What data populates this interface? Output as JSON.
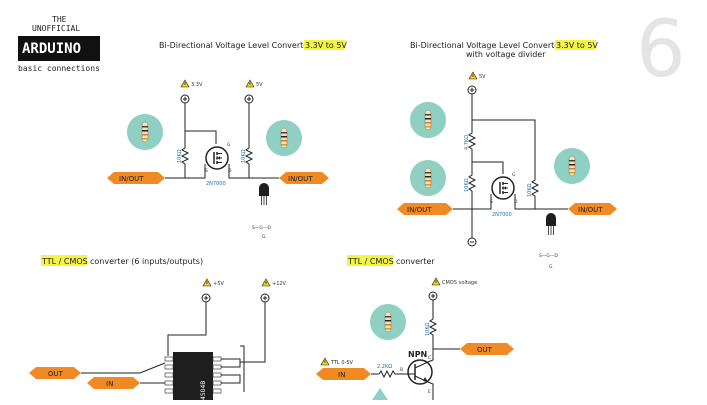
{
  "logo": {
    "line1": "THE",
    "line2": "UNOFFICIAL",
    "brand": "ARDUINO",
    "tagline": "basic connections"
  },
  "page_number": "6",
  "colors": {
    "highlight": "#f5f540",
    "signal_orange": "#f08a24",
    "callout_teal": "#8fd0c2",
    "mosfet": "#1e1e1e"
  },
  "diagram1": {
    "title_prefix": "Bi-Directional Voltage Level Converter",
    "title_highlight": "3.3V to 5V",
    "v_low": "3.3V",
    "v_high": "5V",
    "r_left": "10KΩ",
    "r_right": "10KΩ",
    "part": "2N7000",
    "pin_g": "G",
    "pin_s": "S",
    "pin_d": "D",
    "io_left": "IN/OUT",
    "io_right": "IN/OUT",
    "pinout": "S—G—D",
    "pinout_g": "G"
  },
  "diagram2": {
    "title_prefix": "Bi-Directional Voltage Level Converter",
    "title_highlight": "3.3V to 5V",
    "title_line2": "with voltage divider",
    "v_high": "5V",
    "r1": "4.7KΩ",
    "r2": "10KΩ",
    "r3": "10KΩ",
    "part": "2N7000",
    "pin_g": "G",
    "pin_s": "S",
    "pin_d": "D",
    "io_left": "IN/OUT",
    "io_right": "IN/OUT",
    "pinout": "S—G—D",
    "pinout_g": "G"
  },
  "diagram3": {
    "title_highlight": "TTL / CMOS",
    "title_suffix": "converter (6 inputs/outputs)",
    "v1": "+5V",
    "v2": "+12V",
    "io_out": "OUT",
    "io_in": "IN",
    "chip": "4504B"
  },
  "diagram4": {
    "title_highlight": "TTL / CMOS",
    "title_suffix": "converter",
    "v_cmos": "CMOS voltage",
    "v_ttl": "TTL 0-5V",
    "r_collector": "10KΩ",
    "r_base": "2.2KΩ",
    "transistor": "NPN",
    "pin_b": "B",
    "pin_c": "C",
    "pin_e": "E",
    "io_out": "OUT",
    "io_in": "IN"
  }
}
